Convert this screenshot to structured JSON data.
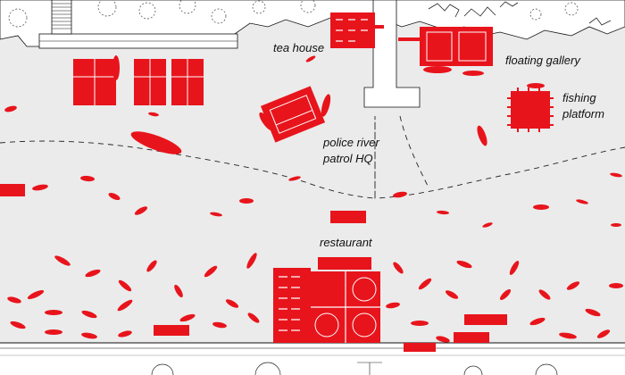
{
  "labels": {
    "tea_house": "tea house",
    "floating_gallery": "floating gallery",
    "fishing_line1": "fishing",
    "fishing_line2": "platform",
    "police_line1": "police river",
    "police_line2": "patrol HQ",
    "restaurant": "restaurant"
  },
  "colors": {
    "water": "#ebebeb",
    "land": "#ffffff",
    "accent": "#e8141c",
    "ink": "#111111",
    "pier": "#ffffff"
  }
}
